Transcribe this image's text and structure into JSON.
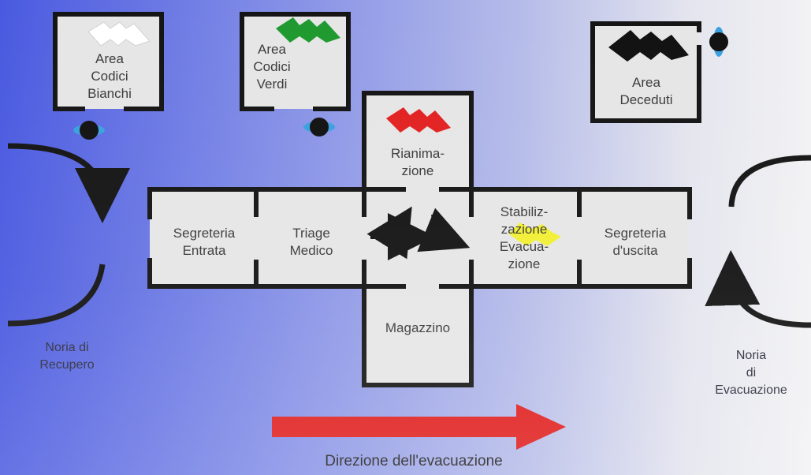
{
  "areas": {
    "bianchi": "Area\nCodici\nBianchi",
    "verdi": "Area\nCodici\nVerdi",
    "deceduti": "Area\nDeceduti"
  },
  "rooms": {
    "rianimazione": "Rianima-\nzione",
    "segreteria_entrata": "Segreteria\nEntrata",
    "triage": "Triage\nMedico",
    "stabilizzazione": "Stabiliz-\nzazione\nEvacua-\nzione",
    "segreteria_uscita": "Segreteria\nd'uscita",
    "magazzino": "Magazzino"
  },
  "noria": {
    "recupero": "Noria di\nRecupero",
    "evacuazione": "Noria\ndi\nEvacuazione"
  },
  "direction_label": "Direzione dell'evacuazione",
  "colors": {
    "white_tag": "#ffffff",
    "green_tag": "#1f9a2f",
    "red_tag": "#e22020",
    "yellow_tag": "#f2ef2a",
    "black_tag": "#111111",
    "direction_arrow": "#e01e1e",
    "room_fill": "#e6e6e6",
    "wall": "#141414"
  },
  "icons": [
    "tag-icon",
    "person-marker-icon",
    "flow-arrow-icon",
    "curved-arrow-icon"
  ]
}
